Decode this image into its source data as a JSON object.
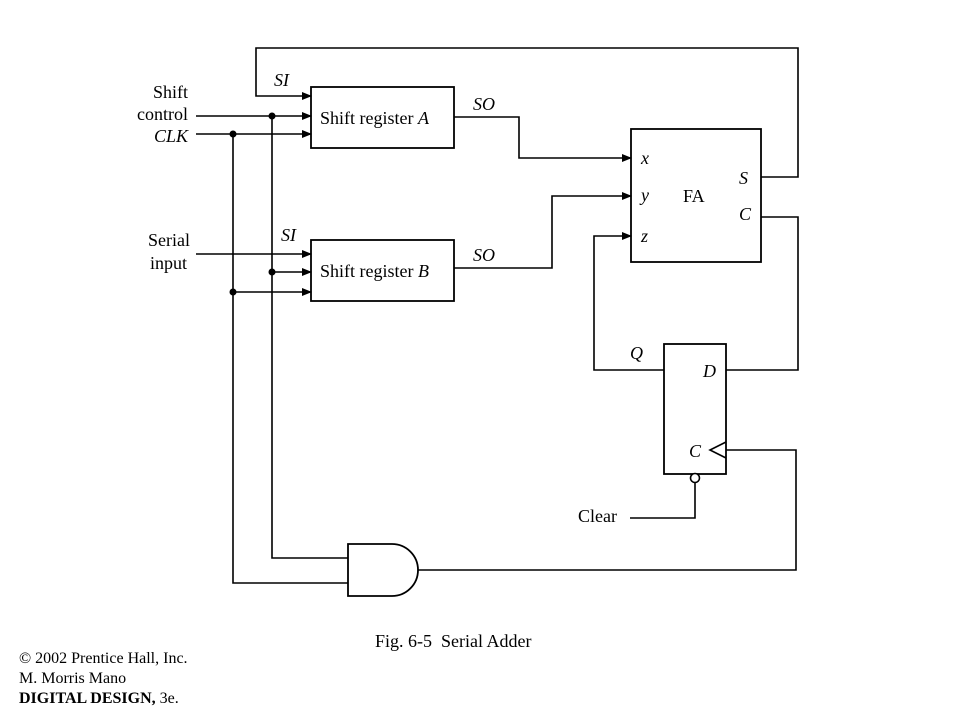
{
  "labels": {
    "shift_control_line1": "Shift",
    "shift_control_line2": "control",
    "clk": "CLK",
    "serial_input_line1": "Serial",
    "serial_input_line2": "input",
    "si_a": "SI",
    "si_b": "SI",
    "so_a": "SO",
    "so_b": "SO",
    "shift_register_a": "Shift register",
    "shift_register_a_letter": "A",
    "shift_register_b": "Shift register",
    "shift_register_b_letter": "B",
    "fa": "FA",
    "fa_x": "x",
    "fa_y": "y",
    "fa_z": "z",
    "fa_s": "S",
    "fa_c": "C",
    "ff_q": "Q",
    "ff_d": "D",
    "ff_c": "C",
    "clear": "Clear"
  },
  "caption": "Fig. 6-5  Serial Adder",
  "credits": {
    "line1": "© 2002 Prentice Hall, Inc.",
    "line2": "M. Morris Mano",
    "line3_bold": "DIGITAL DESIGN,",
    "line3_rest": " 3e."
  }
}
